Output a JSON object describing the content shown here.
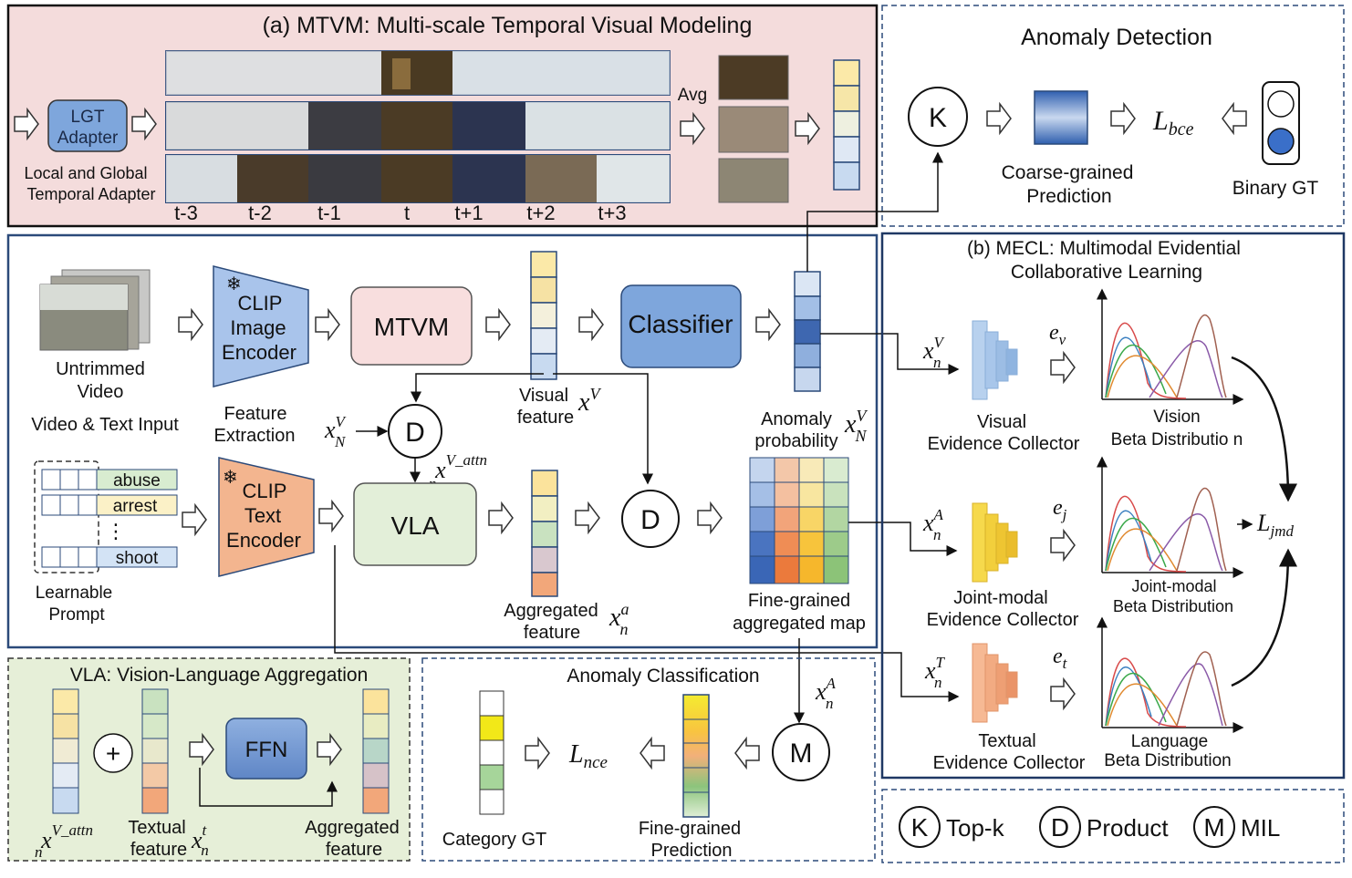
{
  "mtvm": {
    "title": "(a) MTVM: Multi-scale Temporal Visual Modeling",
    "adapter_label_1": "LGT",
    "adapter_label_2": "Adapter",
    "adapter_caption_1": "Local and Global",
    "adapter_caption_2": "Temporal Adapter",
    "avg_label": "Avg",
    "time_labels": [
      "t-3",
      "t-2",
      "t-1",
      "t",
      "t+1",
      "t+2",
      "t+3"
    ]
  },
  "anomaly_detection": {
    "title": "Anomaly Detection",
    "topk_symbol": "K",
    "prediction_label_1": "Coarse-grained",
    "prediction_label_2": "Prediction",
    "loss": "L",
    "loss_sub": "bce",
    "gt_label": "Binary GT"
  },
  "main": {
    "input_label_1": "Untrimmed",
    "input_label_2": "Video",
    "input_caption": "Video  &  Text Input",
    "clip_image_1": "CLIP",
    "clip_image_2": "Image",
    "clip_image_3": "Encoder",
    "feature_extraction_1": "Feature",
    "feature_extraction_2": "Extraction",
    "mtvm_block": "MTVM",
    "classifier": "Classifier",
    "visual_feature_1": "Visual",
    "visual_feature_2": "feature",
    "visual_feature_symbol": "x",
    "visual_feature_sup": "V",
    "anomaly_prob_1": "Anomaly",
    "anomaly_prob_2": "probability",
    "anomaly_prob_symbol": "x",
    "anomaly_prob_sup": "V",
    "anomaly_prob_sub": "N",
    "product_symbol": "D",
    "xnv_input": "x",
    "xnv_sup": "V",
    "xnv_sub": "N",
    "xattn_symbol": "x",
    "xattn_sup": "V_attn",
    "xattn_sub": "n",
    "prompts": [
      "abuse",
      "arrest",
      "shoot"
    ],
    "prompt_colors": [
      "#d8ecd0",
      "#fbf1c7",
      "#d3e3f5"
    ],
    "prompt_dots": "⋮",
    "learnable_prompt_1": "Learnable",
    "learnable_prompt_2": "Prompt",
    "clip_text_1": "CLIP",
    "clip_text_2": "Text",
    "clip_text_3": "Encoder",
    "vla_block": "VLA",
    "aggregated_1": "Aggregated",
    "aggregated_2": "feature",
    "aggregated_symbol": "x",
    "aggregated_sup": "a",
    "aggregated_sub": "n",
    "fine_map_1": "Fine-grained",
    "fine_map_2": "aggregated map"
  },
  "mecl": {
    "title_1": "(b) MECL: Multimodal Evidential",
    "title_2": "Collaborative Learning",
    "rows": [
      {
        "input": "x",
        "input_sup": "V",
        "input_sub": "n",
        "evidence": "e",
        "evidence_sub": "v",
        "collector_1": "Visual",
        "collector_2": "Evidence Collector",
        "dist_1": "Vision",
        "dist_2": "Beta Distributio n",
        "color": "#8fb8e0"
      },
      {
        "input": "x",
        "input_sup": "A",
        "input_sub": "n",
        "evidence": "e",
        "evidence_sub": "j",
        "collector_1": "Joint-modal",
        "collector_2": "Evidence Collector",
        "dist_1": "Joint-modal",
        "dist_2": "Beta Distribution",
        "color": "#f2cf3c"
      },
      {
        "input": "x",
        "input_sup": "T",
        "input_sub": "n",
        "evidence": "e",
        "evidence_sub": "t",
        "collector_1": "Textual",
        "collector_2": "Evidence Collector",
        "dist_1": "Language",
        "dist_2": "Beta Distribution",
        "color": "#f0a77a"
      }
    ],
    "loss": "L",
    "loss_sub": "jmd"
  },
  "vla_panel": {
    "title": "VLA: Vision-Language Aggregation",
    "plus": "+",
    "ffn": "FFN",
    "input_symbol": "x",
    "input_sup": "V_attn",
    "input_sub": "n",
    "textual_1": "Textual",
    "textual_2": "feature",
    "textual_symbol": "x",
    "textual_sup": "t",
    "textual_sub": "n",
    "aggregated_1": "Aggregated",
    "aggregated_2": "feature"
  },
  "anomaly_classification": {
    "title": "Anomaly Classification",
    "category_gt": "Category GT",
    "loss": "L",
    "loss_sub": "nce",
    "fine_pred_1": "Fine-grained",
    "fine_pred_2": "Prediction",
    "mil_symbol": "M",
    "xa_symbol": "x",
    "xa_sup": "A",
    "xa_sub": "n"
  },
  "legend": {
    "k_symbol": "K",
    "k_label": "Top-k",
    "d_symbol": "D",
    "d_label": "Product",
    "m_symbol": "M",
    "m_label": "MIL"
  },
  "colors": {
    "mtvm_bg": "#f4dcdc",
    "vla_bg": "#e6efd8",
    "block_blue": "#7ea6dc",
    "mtvm_block": "#f8dede",
    "vla_block": "#e3efd9",
    "clip_image": "#a9c4eb",
    "clip_text": "#f3b58f",
    "frame": "#1f3864"
  }
}
